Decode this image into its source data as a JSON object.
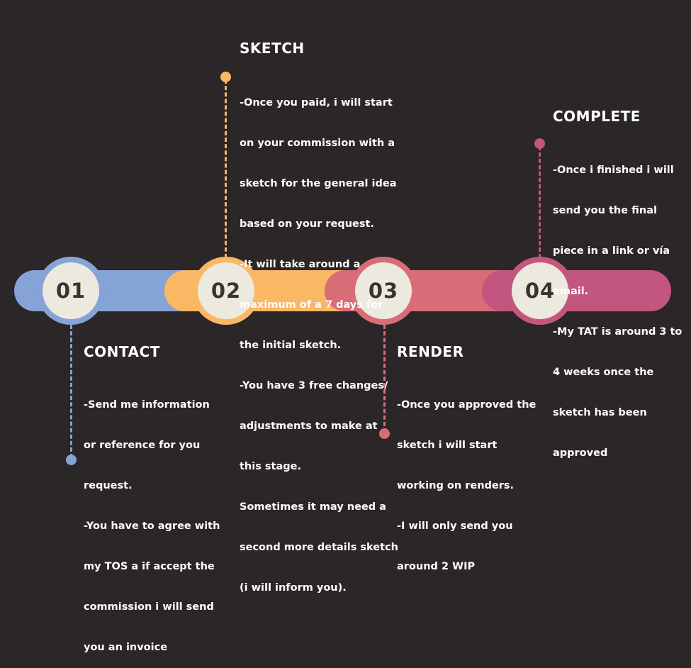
{
  "colors": {
    "background": "#2b2627",
    "step1": "#85a3d6",
    "step2": "#fbb864",
    "step3": "#d86d78",
    "step4": "#c2567e",
    "circle_fill": "#ece9df",
    "text": "#ffffff"
  },
  "steps": [
    {
      "number": "01",
      "title": "CONTACT",
      "lines": [
        "-Send me information",
        "or reference for you",
        "request.",
        "-You have to agree with",
        "my TOS a if accept the",
        "commission i will send",
        "you an invoice"
      ]
    },
    {
      "number": "02",
      "title": "SKETCH",
      "lines": [
        "-Once you paid, i will start",
        "on your commission with a",
        "sketch for the general idea",
        "based on your request.",
        "-It will take around a",
        "maximum of a 7 days for",
        "the initial sketch.",
        "-You have 3 free changes/",
        "adjustments to make at",
        "this stage.",
        "Sometimes it may need a",
        "second more details sketch",
        "(i will inform you)."
      ]
    },
    {
      "number": "03",
      "title": "RENDER",
      "lines": [
        "-Once you approved the",
        "sketch i will start",
        "working on renders.",
        "-I will only send you",
        "around 2 WIP"
      ]
    },
    {
      "number": "04",
      "title": "COMPLETE",
      "lines": [
        "-Once i finished i will",
        "send you the final",
        "piece in a link or vía",
        "email.",
        "-My TAT is around 3 to",
        "4 weeks once the",
        "sketch has been",
        "approved"
      ]
    }
  ]
}
